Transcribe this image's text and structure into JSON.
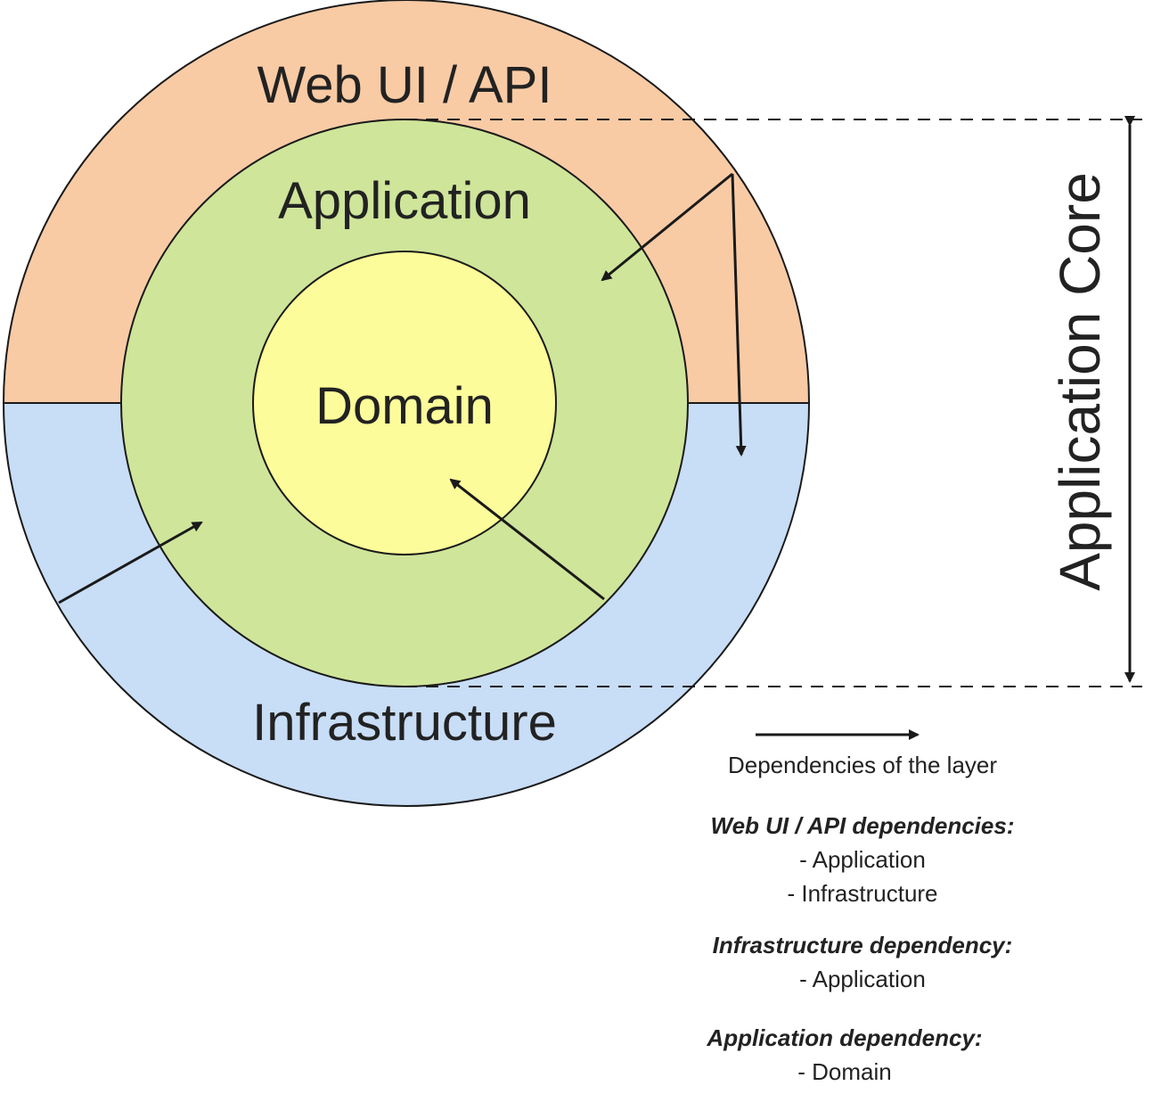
{
  "layers": {
    "outer_top": "Web UI / API",
    "outer_bottom": "Infrastructure",
    "middle": "Application",
    "inner": "Domain"
  },
  "side_label": "Application Core",
  "legend": {
    "arrow_caption": "Dependencies of the layer",
    "groups": [
      {
        "heading": "Web UI / API dependencies:",
        "items": [
          "- Application",
          "- Infrastructure"
        ]
      },
      {
        "heading": "Infrastructure dependency:",
        "items": [
          "- Application"
        ]
      },
      {
        "heading": "Application dependency:",
        "items": [
          "- Domain"
        ]
      }
    ]
  },
  "colors": {
    "web_ui": "#f8cba5",
    "infrastructure": "#c8ddf6",
    "application": "#cfe59a",
    "domain": "#fdfc9a",
    "stroke": "#1a1a1a"
  }
}
